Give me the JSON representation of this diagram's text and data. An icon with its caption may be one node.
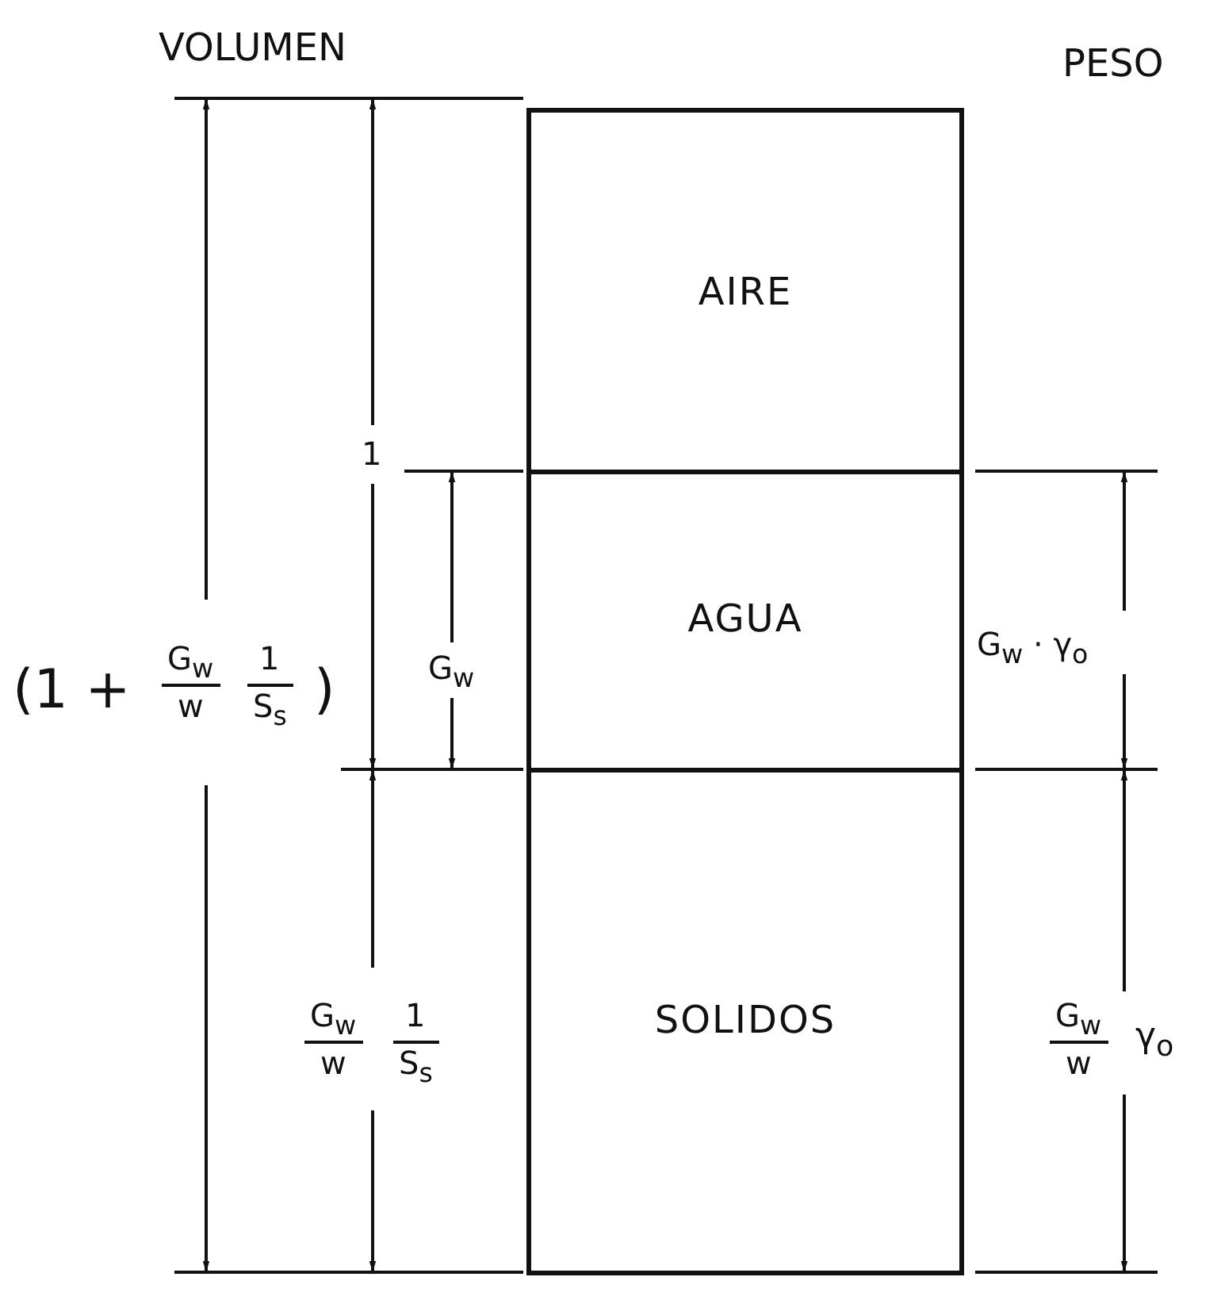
{
  "diagram": {
    "nodes": [
      {
        "text": [
          "AIRE"
        ]
      },
      {
        "text": [
          "AGUA"
        ]
      },
      {
        "text": [
          "SOLIDOS"
        ]
      }
    ],
    "labels": [
      "VOLUMEN",
      "PESO",
      "1",
      "G$_{w}$",
      "G$_{w}$ · γ$_{o}$",
      "(1 +",
      "G$_{w}$",
      "w",
      "1",
      "S$_{s}$",
      ")",
      "G$_{w}$",
      "w",
      "1",
      "S$_{s}$",
      "G$_{w}$",
      "w",
      "γ$_{o}$"
    ]
  }
}
